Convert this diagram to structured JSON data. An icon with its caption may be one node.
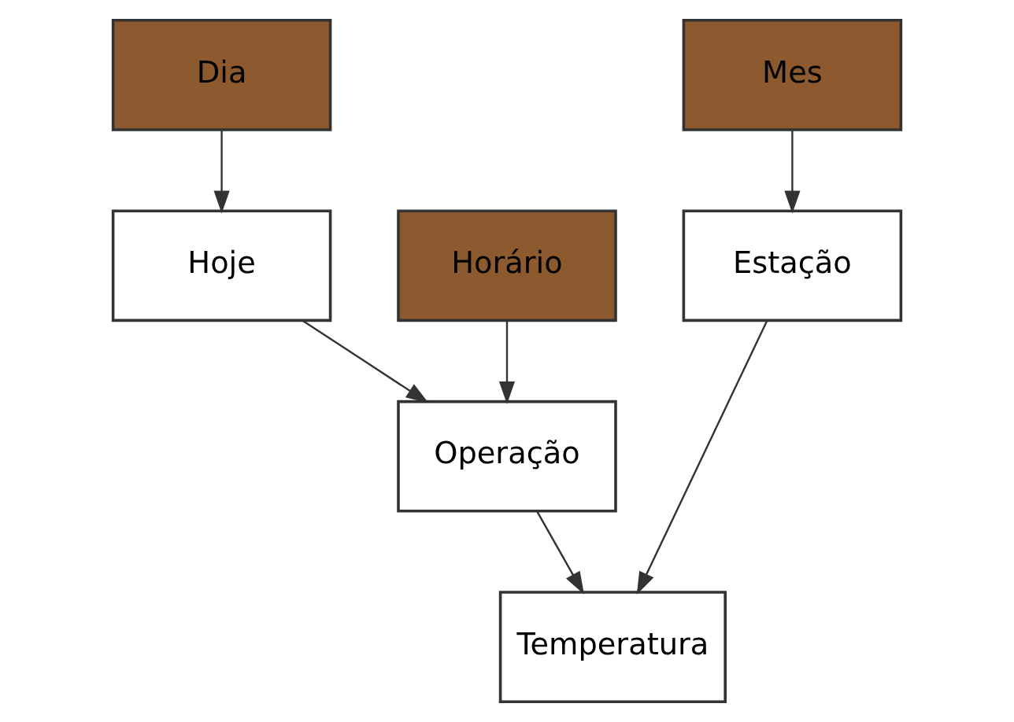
{
  "diagram": {
    "nodes": [
      {
        "text": [
          "Dia"
        ]
      },
      {
        "text": [
          "Hoje"
        ]
      },
      {
        "text": [
          "Horário"
        ]
      },
      {
        "text": [
          "Mes"
        ]
      },
      {
        "text": [
          "Estação"
        ]
      },
      {
        "text": [
          "Operação"
        ]
      },
      {
        "text": [
          "Temperatura"
        ]
      }
    ],
    "edges": [
      {
        "from": 0,
        "to": 1,
        "arrow": "to"
      },
      {
        "from": 1,
        "to": 5,
        "arrow": "to"
      },
      {
        "from": 2,
        "to": 5,
        "arrow": "to"
      },
      {
        "from": 3,
        "to": 4,
        "arrow": "to"
      },
      {
        "from": 4,
        "to": 6,
        "arrow": "to"
      },
      {
        "from": 5,
        "to": 6,
        "arrow": "to"
      }
    ]
  }
}
